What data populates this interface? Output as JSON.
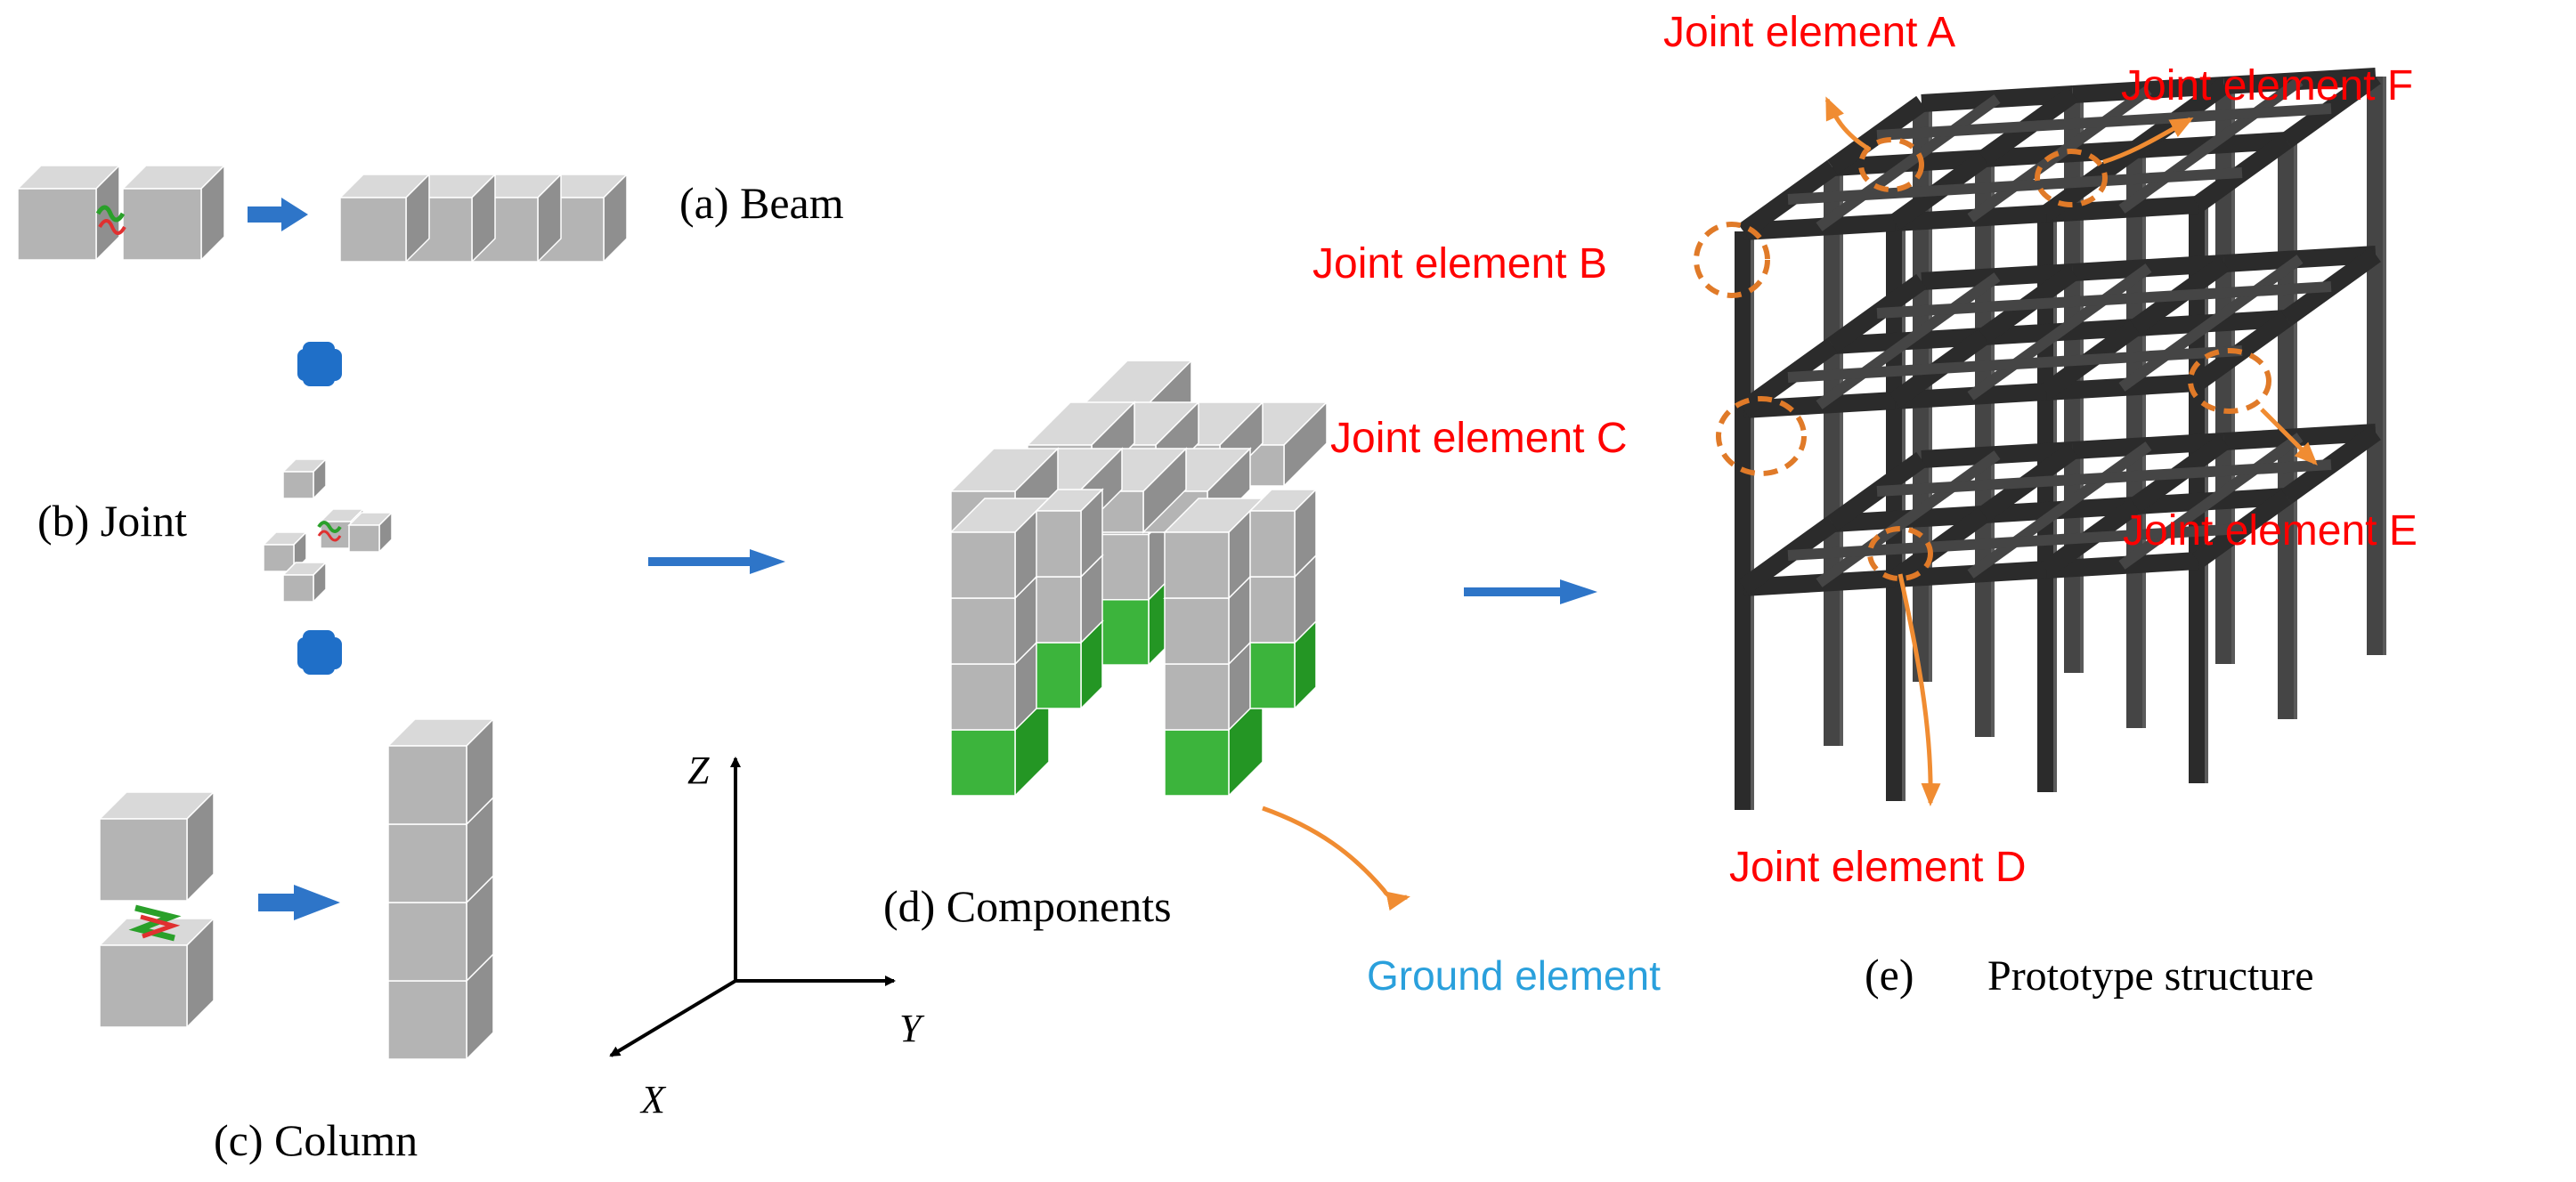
{
  "colors": {
    "cube_front": "#b4b4b4",
    "cube_top": "#d9d9d9",
    "cube_side": "#8f8f8f",
    "ground_front": "#3cb43c",
    "ground_top": "#78d278",
    "ground_side": "#249624",
    "arrow_blue": "#2e75c8",
    "plus_blue": "#1f6fc8",
    "orange": "#f08c32",
    "red_text": "#ff0000",
    "blue_text": "#2aa0dc",
    "frame_dark": "#2b2b2b"
  },
  "icons": {
    "flow_arrow": "right-arrow-icon",
    "plus": "plus-icon",
    "spring": "spring-icon",
    "dashed_circle": "dashed-circle-icon"
  },
  "labels": {
    "beam": "(a) Beam",
    "joint": "(b) Joint",
    "column": "(c) Column",
    "components": "(d) Components",
    "prototype_prefix": "(e)",
    "prototype": "Prototype structure",
    "ground_element": "Ground element"
  },
  "axes": {
    "z": "Z",
    "y": "Y",
    "x": "X"
  },
  "joint_elements": {
    "a": "Joint element A",
    "b": "Joint element B",
    "c": "Joint element C",
    "d": "Joint element D",
    "e": "Joint element E",
    "f": "Joint element F"
  }
}
